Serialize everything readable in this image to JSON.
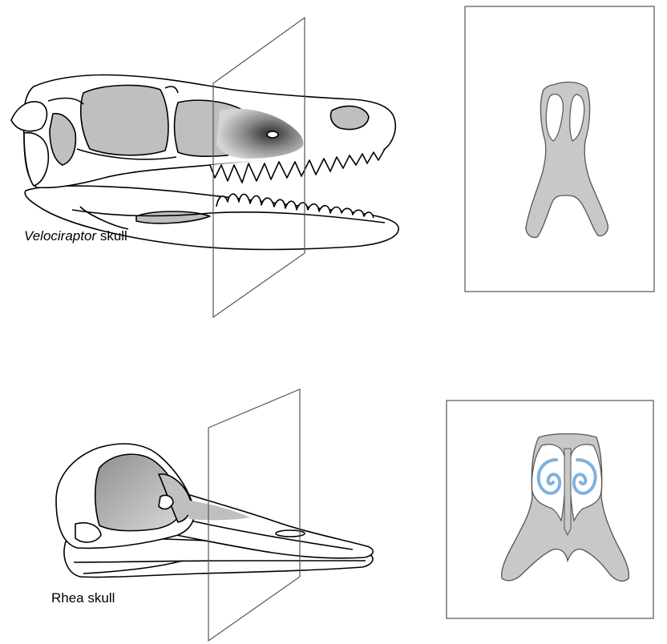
{
  "labels": {
    "velociraptor_genus": "Velociraptor",
    "velociraptor_suffix": " skull",
    "rhea": "Rhea skull"
  },
  "colors": {
    "bone_fill": "#ffffff",
    "cavity_gray": "#bfbfbf",
    "cross_section_gray": "#c8c8c8",
    "outline": "#000000",
    "turbinate_blue": "#7fb2dd",
    "panel_border": "#555555"
  },
  "figure_parts": {
    "top_left": "velociraptor-skull-lateral-view",
    "top_right": "velociraptor-snout-cross-section",
    "bottom_left": "rhea-skull-lateral-view",
    "bottom_right": "rhea-snout-cross-section-with-turbinates"
  }
}
